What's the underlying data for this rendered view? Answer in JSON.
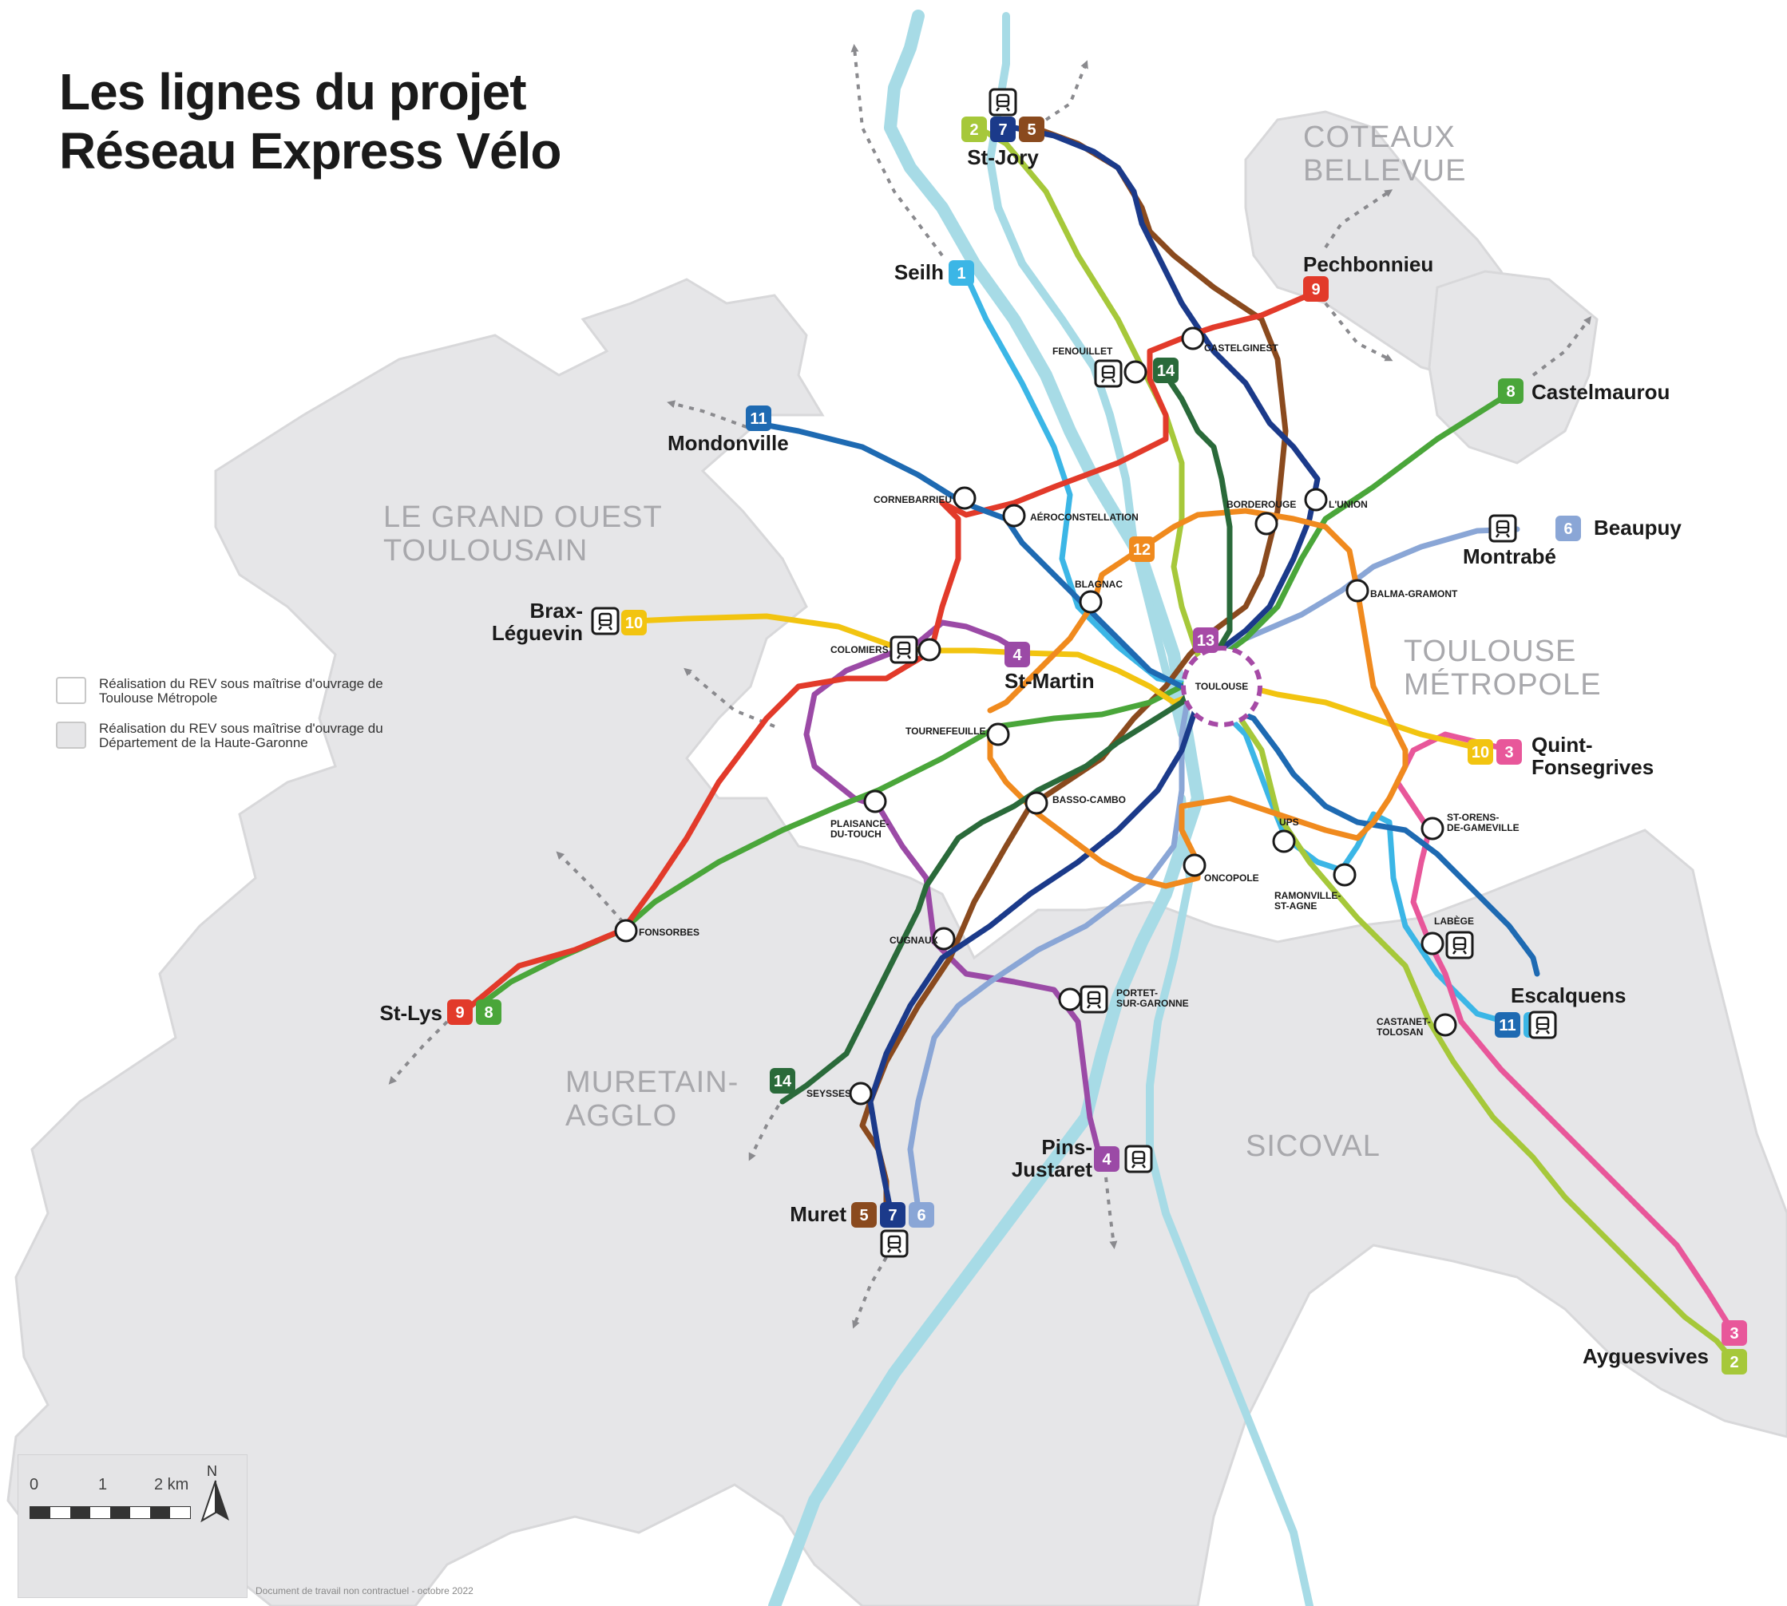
{
  "title": {
    "line1": "Les lignes du projet",
    "line2": "Réseau Express Vélo"
  },
  "legend": [
    {
      "text": "Réalisation du REV sous maîtrise d'ouvrage de Toulouse Métropole",
      "swatch_color": "#ffffff"
    },
    {
      "text": "Réalisation du REV sous maîtrise d'ouvrage du Département de la Haute-Garonne",
      "swatch_color": "#e6e6e8"
    }
  ],
  "regions": [
    {
      "id": "coteaux",
      "lines": [
        "COTEAUX",
        "BELLEVUE"
      ]
    },
    {
      "id": "grand-ouest",
      "lines": [
        "LE GRAND OUEST",
        "TOULOUSAIN"
      ]
    },
    {
      "id": "toulouse-metropole",
      "lines": [
        "TOULOUSE",
        "MÉTROPOLE"
      ]
    },
    {
      "id": "muretain",
      "lines": [
        "MURETAIN-",
        "AGGLO"
      ]
    },
    {
      "id": "sicoval",
      "lines": [
        "SICOVAL"
      ]
    }
  ],
  "line_colors": {
    "1": "#3bb6e6",
    "2": "#a6c83a",
    "3": "#e8579a",
    "4": "#9b4aa6",
    "5": "#8a4a1e",
    "6": "#8aa6d6",
    "7": "#1b3a8a",
    "8": "#4aa63a",
    "9": "#e23a2a",
    "10": "#f2c410",
    "11": "#1e6ab2",
    "12": "#f08a1e",
    "13": "#a64aa6",
    "14": "#2a6a3a"
  },
  "terminals": [
    {
      "id": "st-jory",
      "name": "St-Jory",
      "lines": [
        "2",
        "7",
        "5"
      ],
      "train": true
    },
    {
      "id": "seilh",
      "name": "Seilh",
      "lines": [
        "1"
      ],
      "train": false
    },
    {
      "id": "pechbonnieu",
      "name": "Pechbonnieu",
      "lines": [
        "9"
      ],
      "train": false
    },
    {
      "id": "castelmaurou",
      "name": "Castelmaurou",
      "lines": [
        "8"
      ],
      "train": false
    },
    {
      "id": "mondonville",
      "name": "Mondonville",
      "lines": [
        "11"
      ],
      "train": false
    },
    {
      "id": "beaupuy",
      "name": "Beaupuy",
      "lines": [
        "6"
      ],
      "train": false
    },
    {
      "id": "montrabe",
      "name": "Montrabé",
      "lines": [],
      "train": true
    },
    {
      "id": "brax",
      "name": "Brax-\nLéguevin",
      "lines": [
        "10"
      ],
      "train": true
    },
    {
      "id": "st-martin",
      "name": "St-Martin",
      "lines": [
        "4"
      ],
      "train": false
    },
    {
      "id": "quint",
      "name": "Quint-\nFonsegrives",
      "lines": [
        "10",
        "3"
      ],
      "train": false
    },
    {
      "id": "st-lys",
      "name": "St-Lys",
      "lines": [
        "9",
        "8"
      ],
      "train": false
    },
    {
      "id": "escalquens",
      "name": "Escalquens",
      "lines": [
        "11",
        "1"
      ],
      "train": true
    },
    {
      "id": "pins-justaret",
      "name": "Pins-\nJustaret",
      "lines": [
        "4"
      ],
      "train": true
    },
    {
      "id": "muret",
      "name": "Muret",
      "lines": [
        "5",
        "7",
        "6"
      ],
      "train": true
    },
    {
      "id": "ayguesvives",
      "name": "Ayguesvives",
      "lines": [
        "3",
        "2"
      ],
      "train": false
    }
  ],
  "stations": [
    {
      "id": "fenouillet",
      "name": "FENOUILLET",
      "train": true
    },
    {
      "id": "castelginest",
      "name": "CASTELGINEST",
      "train": false
    },
    {
      "id": "cornebarrieu",
      "name": "CORNEBARRIEU",
      "train": false
    },
    {
      "id": "aeroconstellation",
      "name": "AÉROCONSTELLATION",
      "train": false
    },
    {
      "id": "borderouge",
      "name": "BORDEROUGE",
      "train": false
    },
    {
      "id": "lunion",
      "name": "L'UNION",
      "train": false
    },
    {
      "id": "blagnac",
      "name": "BLAGNAC",
      "train": false
    },
    {
      "id": "balma",
      "name": "BALMA-GRAMONT",
      "train": false
    },
    {
      "id": "colomiers",
      "name": "COLOMIERS",
      "train": true
    },
    {
      "id": "toulouse",
      "name": "TOULOUSE",
      "train": false
    },
    {
      "id": "tournefeuille",
      "name": "TOURNEFEUILLE",
      "train": false
    },
    {
      "id": "basso-cambo",
      "name": "BASSO-CAMBO",
      "train": false
    },
    {
      "id": "plaisance",
      "name": "PLAISANCE-\nDU-TOUCH",
      "train": false
    },
    {
      "id": "ups",
      "name": "UPS",
      "train": false
    },
    {
      "id": "st-orens",
      "name": "ST-ORENS-\nDE-GAMEVILLE",
      "train": false
    },
    {
      "id": "oncopole",
      "name": "ONCOPOLE",
      "train": false
    },
    {
      "id": "ramonville",
      "name": "RAMONVILLE-\nST-AGNE",
      "train": false
    },
    {
      "id": "fonsorbes",
      "name": "FONSORBES",
      "train": false
    },
    {
      "id": "labege",
      "name": "LABÈGE",
      "train": true
    },
    {
      "id": "cugnaux",
      "name": "CUGNAUX",
      "train": false
    },
    {
      "id": "portet",
      "name": "PORTET-\nSUR-GARONNE",
      "train": true
    },
    {
      "id": "castanet",
      "name": "CASTANET-\nTOLOSAN",
      "train": false
    },
    {
      "id": "seysses",
      "name": "SEYSSES",
      "train": false
    }
  ],
  "standalone_badges": [
    {
      "id": "badge-14-fenouillet",
      "line": "14"
    },
    {
      "id": "badge-12",
      "line": "12"
    },
    {
      "id": "badge-13",
      "line": "13"
    },
    {
      "id": "badge-14-south",
      "line": "14"
    }
  ],
  "scale": {
    "labels": [
      "0",
      "1",
      "2 km"
    ],
    "north": "N"
  },
  "footnote": "Document de travail non contractuel - octobre 2022"
}
